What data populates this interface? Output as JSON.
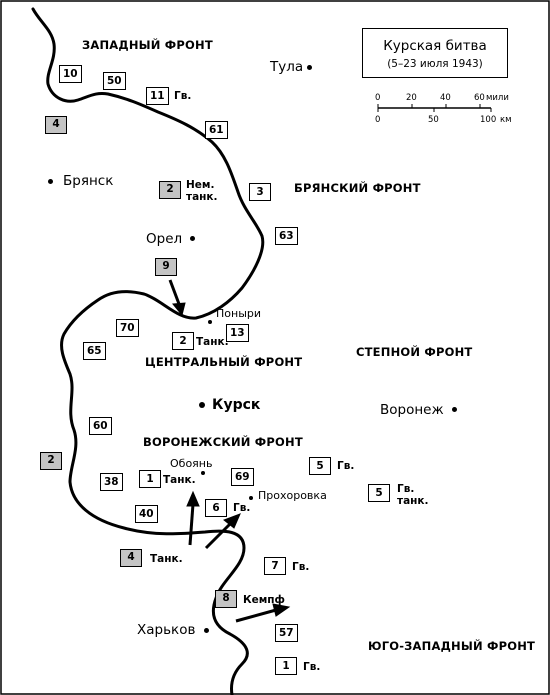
{
  "title": "Курская битва",
  "subtitle": "(5–23 июля 1943)",
  "scale": {
    "miles_ticks": [
      "0",
      "20",
      "40",
      "60"
    ],
    "miles_unit": "мили",
    "km_ticks": [
      "0",
      "50",
      "100"
    ],
    "km_unit": "км"
  },
  "fronts": {
    "western": "ЗАПАДНЫЙ ФРОНТ",
    "bryansk": "БРЯНСКИЙ ФРОНТ",
    "central": "ЦЕНТРАЛЬНЫЙ ФРОНТ",
    "steppe": "СТЕПНОЙ ФРОНТ",
    "voronezh": "ВОРОНЕЖСКИЙ ФРОНТ",
    "southwest": "ЮГО-ЗАПАДНЫЙ ФРОНТ"
  },
  "cities": {
    "tula": "Тула",
    "bryansk": "Брянск",
    "orel": "Орел",
    "ponyri": "Поныри",
    "kursk": "Курск",
    "voronezh": "Воронеж",
    "oboyan": "Обоянь",
    "prokhorovka": "Прохоровка",
    "kharkov": "Харьков"
  },
  "soviet_units": {
    "u10": "10",
    "u50": "50",
    "u11": "11",
    "u11_suffix": "Гв.",
    "u61": "61",
    "u3": "3",
    "u63": "63",
    "u70": "70",
    "u65": "65",
    "u2tank": "2",
    "u2tank_suffix": "Танк.",
    "u13": "13",
    "u60": "60",
    "u38": "38",
    "u1tank": "1",
    "u1tank_suffix": "Танк.",
    "u69": "69",
    "u5gv": "5",
    "u5gv_suffix": "Гв.",
    "u5gvtank": "5",
    "u5gvtank_suffix_1": "Гв.",
    "u5gvtank_suffix_2": "танк.",
    "u40": "40",
    "u6gv": "6",
    "u6gv_suffix": "Гв.",
    "u7gv": "7",
    "u7gv_suffix": "Гв.",
    "u57": "57",
    "u1gv": "1",
    "u1gv_suffix": "Гв."
  },
  "german_units": {
    "g4": "4",
    "g2nem": "2",
    "g2nem_suffix_1": "Нем.",
    "g2nem_suffix_2": "танк.",
    "g9": "9",
    "g2": "2",
    "g4tank": "4",
    "g4tank_suffix": "Танк.",
    "g8": "8",
    "g8_suffix": "Кемпф"
  },
  "colors": {
    "german_fill": "#c4c4c4",
    "soviet_fill": "#ffffff",
    "line": "#000000"
  }
}
